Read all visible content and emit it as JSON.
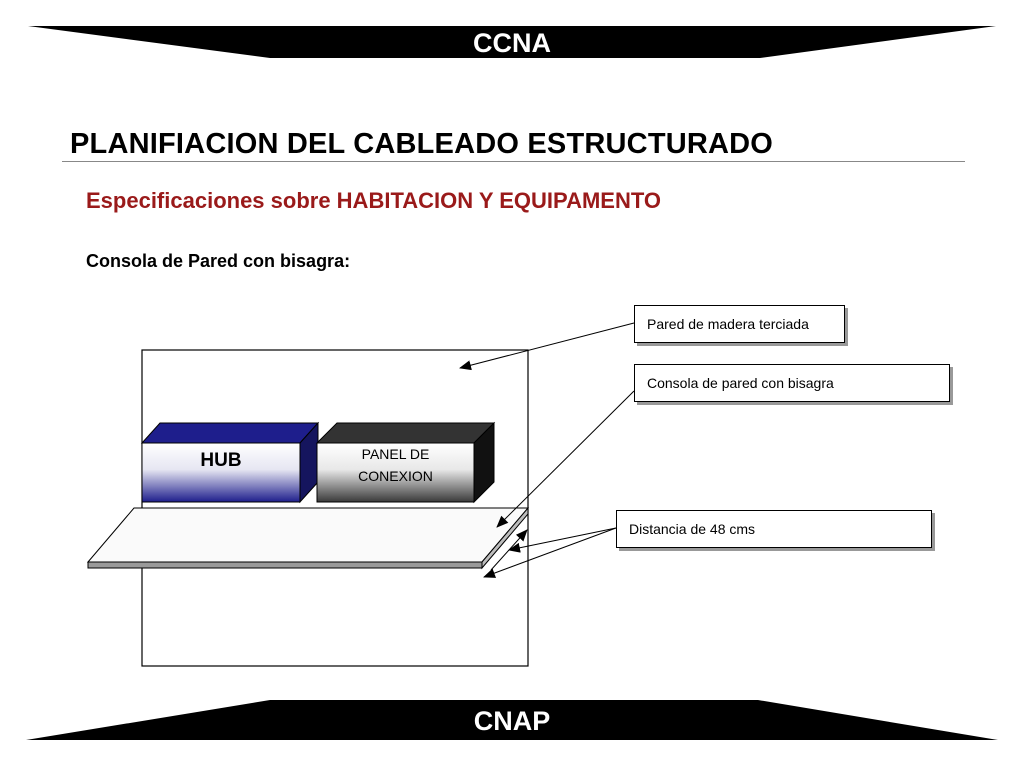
{
  "header": {
    "banner_text": "CCNA"
  },
  "footer": {
    "banner_text": "CNAP"
  },
  "slide": {
    "title": "PLANIFIACION DEL CABLEADO ESTRUCTURADO",
    "subtitle": "Especificaciones sobre HABITACION Y EQUIPAMENTO",
    "caption": "Consola de Pared con bisagra:"
  },
  "diagram": {
    "hub_label": "HUB",
    "panel_label_line1": "PANEL DE",
    "panel_label_line2": "CONEXION",
    "callouts": {
      "wall": "Pared de madera terciada",
      "console": "Consola de pared con bisagra",
      "distance": "Distancia de 48 cms"
    }
  },
  "colors": {
    "banner": "#000000",
    "subtitle": "#9a1a1a",
    "hub_top": "#1e1e8c",
    "panel_top": "#333333"
  }
}
